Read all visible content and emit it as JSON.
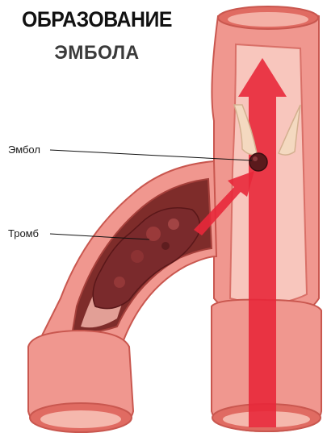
{
  "title": {
    "line1": "ОБРАЗОВАНИЕ",
    "line2": "ЭМБОЛА"
  },
  "labels": {
    "embolus": "Эмбол",
    "thrombus": "Тромб"
  },
  "colors": {
    "vessel_wall": "#f0978f",
    "vessel_wall_dark": "#c9574f",
    "vessel_inner": "#f8c6bd",
    "lumen_shadow": "#8a2f2c",
    "valve": "#f4d9c0",
    "blood_arrow": "#e8283a",
    "thrombus": "#7a2a2c",
    "embolus": "#5a1a1c"
  }
}
